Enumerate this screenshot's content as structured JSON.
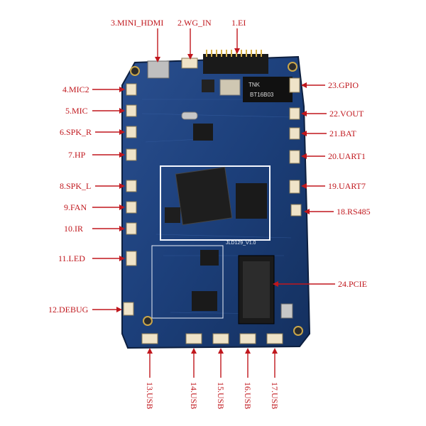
{
  "colors": {
    "label": "#c0171d",
    "board": "#1c3f7a",
    "board_dark": "#16305f",
    "connector": "#efe3c8",
    "chip": "#1f1f1f",
    "silk": "#e9eef7"
  },
  "labels": {
    "ei": "1.EI",
    "wg_in": "2.WG_IN",
    "mini_hdmi": "3.MINI_HDMI",
    "mic2": "4.MIC2",
    "mic": "5.MIC",
    "spk_r": "6.SPK_R",
    "hp": "7.HP",
    "spk_l": "8.SPK_L",
    "fan": "9.FAN",
    "ir": "10.IR",
    "led": "11.LED",
    "debug": "12.DEBUG",
    "usb13": "13.USB",
    "usb14": "14.USB",
    "usb15": "15.USB",
    "usb16": "16.USB",
    "usb17": "17.USB",
    "rs485": "18.RS485",
    "uart7": "19.UART7",
    "uart1": "20.UART1",
    "bat": "21.BAT",
    "vout": "22.VOUT",
    "gpio": "23.GPIO",
    "pcie": "24.PCIE"
  },
  "board": {
    "silk_model": "JLD129_V1.0",
    "chip_brand": "TNK",
    "chip_code": "BT16B03"
  }
}
